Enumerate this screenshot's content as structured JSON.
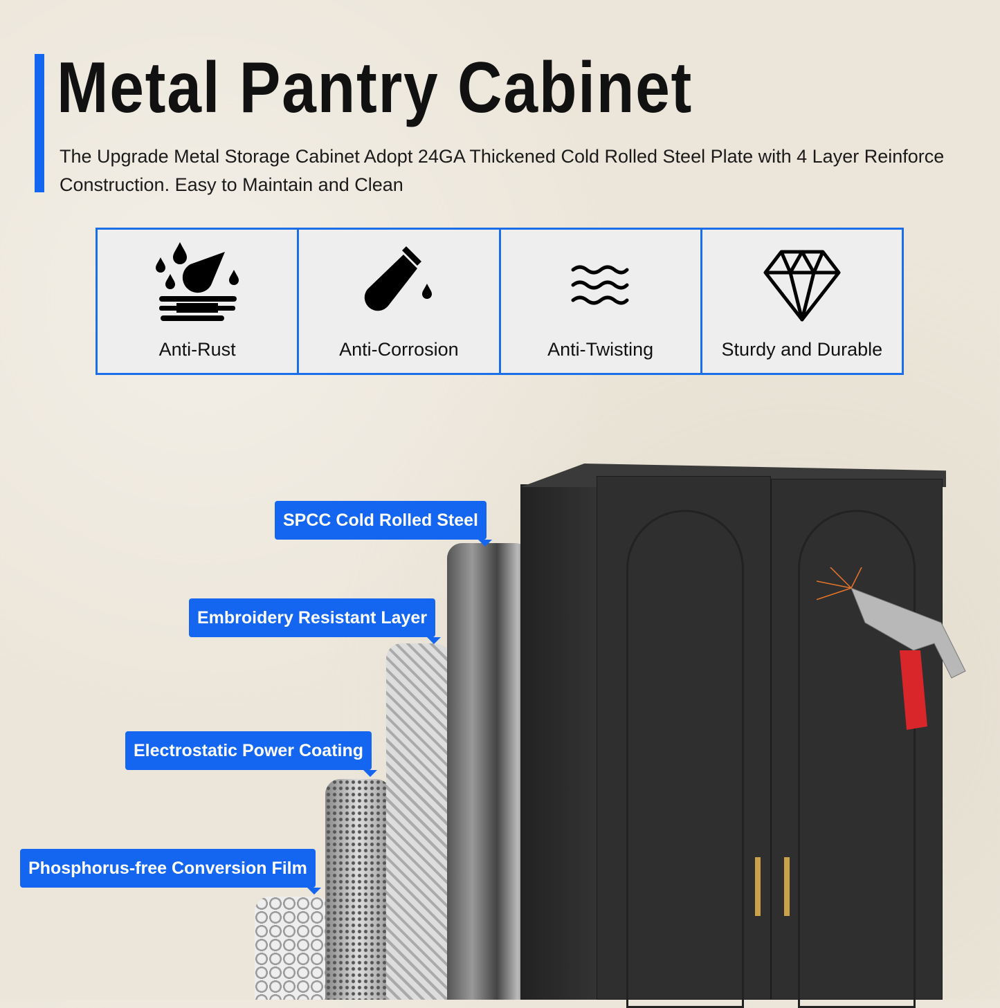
{
  "header": {
    "title": "Metal Pantry Cabinet",
    "subtitle_line1": "The Upgrade Metal Storage Cabinet Adopt 24GA Thickened Cold Rolled Steel Plate with 4 Layer Reinforce",
    "subtitle_line2": "Construction. Easy to Maintain and Clean"
  },
  "features": [
    {
      "label": "Anti-Rust",
      "icon": "water-drops-icon"
    },
    {
      "label": "Anti-Corrosion",
      "icon": "test-tube-icon"
    },
    {
      "label": "Anti-Twisting",
      "icon": "waves-icon"
    },
    {
      "label": "Sturdy and Durable",
      "icon": "diamond-icon"
    }
  ],
  "layers": [
    {
      "label": "SPCC Cold Rolled Steel"
    },
    {
      "label": "Embroidery Resistant Layer"
    },
    {
      "label": "Electrostatic Power Coating"
    },
    {
      "label": "Phosphorus-free Conversion Film"
    }
  ],
  "colors": {
    "accent": "#1466f0",
    "cabinet": "#2e2e2e",
    "handle": "#c9a24a",
    "hammer_grip": "#d8262b"
  }
}
